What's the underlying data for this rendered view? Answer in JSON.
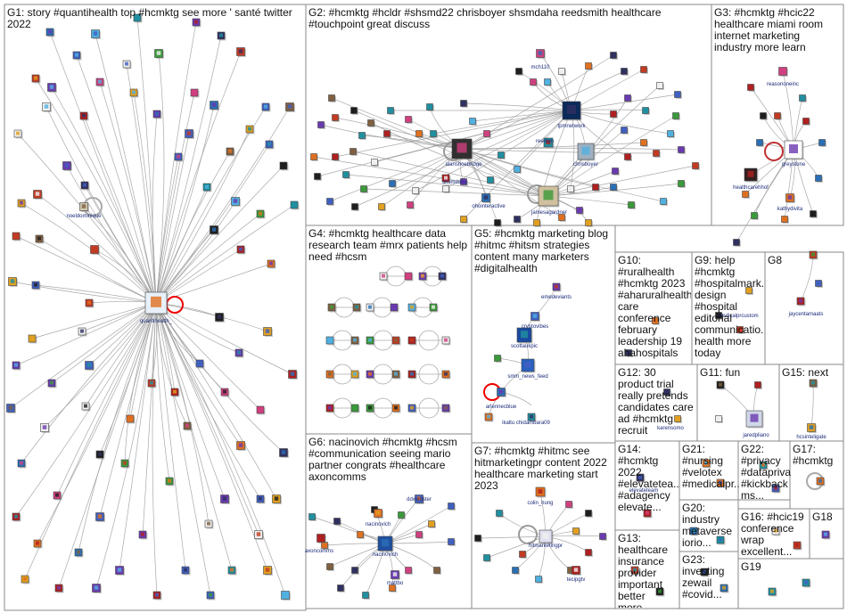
{
  "groups": [
    {
      "id": "G1",
      "label": "G1: story #quantihealth top #hcmktg see more ' santé twitter 2022"
    },
    {
      "id": "G2",
      "label": "G2: #hcmktg #hcldr #shsmd22 chrisboyer shsmdaha reedsmith healthcare #touchpoint great discuss"
    },
    {
      "id": "G3",
      "label": "G3: #hcmktg #hcic22 healthcare miami room internet marketing industry more learn"
    },
    {
      "id": "G4",
      "label": "G4: #hcmktg healthcare data research team #mrx patients help need #hcsm"
    },
    {
      "id": "G5",
      "label": "G5: #hcmktg marketing blog #hitmc #hitsm strategies content many marketers #digitalhealth"
    },
    {
      "id": "G10",
      "label": "G10: #ruralhealth #hcmktg 2023 #aharuralhealth care conference february leadership 19 ahahospitals"
    },
    {
      "id": "G9",
      "label": "G9: help #hcmktg #hospitalmark... design #hospital editorial communicatio... health more today"
    },
    {
      "id": "G8",
      "label": "G8"
    },
    {
      "id": "G12",
      "label": "G12: 30 product trial really pretends candidates care ad #hcmktg recruit"
    },
    {
      "id": "G11",
      "label": "G11: fun"
    },
    {
      "id": "G15",
      "label": "G15: next"
    },
    {
      "id": "G6",
      "label": "G6: nacinovich #hcmktg #hcsm #communication seeing mario partner congrats #healthcare axoncomms"
    },
    {
      "id": "G7",
      "label": "G7: #hcmktg #hitmc see hitmarketingpr content 2022 healthcare marketing start 2023"
    },
    {
      "id": "G14",
      "label": "G14: #hcmktg 2022 #elevatetea... #adagency elevate..."
    },
    {
      "id": "G21",
      "label": "G21: #nursing #velotex #medicalpr..."
    },
    {
      "id": "G22",
      "label": "G22: #privacy #dataprivacy #kickback ms..."
    },
    {
      "id": "G17",
      "label": "G17: #hcmktg"
    },
    {
      "id": "G20",
      "label": "G20: industry metaverse iorio..."
    },
    {
      "id": "G16",
      "label": "G16: #hcic19 conference wrap excellent..."
    },
    {
      "id": "G18",
      "label": "G18"
    },
    {
      "id": "G13",
      "label": "G13: healthcare insurance provider important better more..."
    },
    {
      "id": "G23",
      "label": "G23: investing zewail #covid..."
    },
    {
      "id": "G19",
      "label": "G19"
    }
  ],
  "node_labels": {
    "quantihealth": "quantihealth_",
    "noeldominique": "noeldominique",
    "mch110": "mch110",
    "tpmnetwork": "tpmnetwork",
    "reedsmith": "reedsm",
    "chrisboyer": "chrisboyer",
    "alanshoebridge": "alanshoebridge",
    "shsmdaha": "shsmdaha",
    "ohointeractive": "ohointeractive",
    "jamesagardner": "jamesagardner",
    "reasononeinc": "reasononeinc",
    "greystone": "greystone",
    "healthcarehhof": "healthcarehhof",
    "kathydivita": "kathydivita",
    "emedeviants": "emedeviants",
    "cryptovibes": "cryptovibes",
    "scottaukpic": "scottaukpic",
    "smm_news_feed": "smm_news_feed",
    "arlennecblue": "arlennecblue",
    "chidambara09": "ikaltu chidambara09",
    "jaycentamaats": "jaycentamaats",
    "jaredpliano": "jaredpliano",
    "karensomo": "karensomo",
    "hcsinteligate": "hcsinteligate",
    "ddwebster": "ddwebster",
    "nacinovich1": "nacinovich",
    "axoncomms": "axoncomms",
    "nacinovich2": "nacin0vich",
    "mattbo": "mattbo",
    "colin_hung": "colin_hung",
    "hitmarketingpr": "hitmarketingpr",
    "tecipgtv": "tecipgtv",
    "elevateteam": "elevateteam",
    "medicalpr": "medicalprcustom"
  },
  "colors": {
    "panel_border": "#8a8a8a",
    "edge": "#9a9a9a",
    "self_loop": "#ee0000",
    "label_text": "#1a2a7a"
  }
}
